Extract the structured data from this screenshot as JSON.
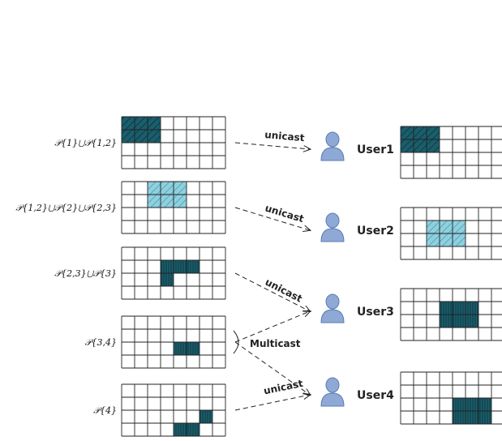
{
  "left_grids": [
    {
      "set_label": "𝒫{1}⋃𝒫{1,2}",
      "rows": 4,
      "cols": 8,
      "highlight": {
        "row": 0,
        "col": 0,
        "rows": 2,
        "cols": 3
      },
      "fill": "dark"
    },
    {
      "set_label": "𝒫{1,2}⋃𝒫{2}⋃𝒫{2,3}",
      "rows": 4,
      "cols": 8,
      "highlight": {
        "row": 0,
        "col": 2,
        "rows": 2,
        "cols": 3
      },
      "fill": "light"
    },
    {
      "set_label": "𝒫{2,3}⋃𝒫{3}",
      "rows": 4,
      "cols": 8,
      "highlight": {
        "row": 1,
        "col": 3,
        "rows": 1,
        "cols": 3
      },
      "extra_highlight": {
        "row": 2,
        "col": 3,
        "rows": 1,
        "cols": 1
      },
      "fill": "dark-vertical"
    },
    {
      "set_label": "𝒫{3,4}",
      "rows": 4,
      "cols": 8,
      "highlight": {
        "row": 2,
        "col": 4,
        "rows": 1,
        "cols": 2
      },
      "fill": "dark-vertical"
    },
    {
      "set_label": "𝒫{4}",
      "rows": 4,
      "cols": 8,
      "highlight": {
        "row": 3,
        "col": 4,
        "rows": 1,
        "cols": 2
      },
      "extra_highlight": {
        "row": 2,
        "col": 6,
        "rows": 1,
        "cols": 1
      },
      "fill": "dark-vertical"
    }
  ],
  "links": [
    {
      "text": "unicast",
      "from": 0,
      "to": 0
    },
    {
      "text": "unicast",
      "from": 1,
      "to": 1
    },
    {
      "text": "unicast",
      "from": 2,
      "to": 2
    },
    {
      "text": "Multicast",
      "from": 3,
      "to": [
        2,
        3
      ]
    },
    {
      "text": "unicast",
      "from": 4,
      "to": 3
    }
  ],
  "users": [
    {
      "name": "User1",
      "rows": 4,
      "cols": 8,
      "highlight": {
        "row": 0,
        "col": 0,
        "rows": 2,
        "cols": 3
      },
      "fill": "dark"
    },
    {
      "name": "User2",
      "rows": 4,
      "cols": 8,
      "highlight": {
        "row": 1,
        "col": 2,
        "rows": 2,
        "cols": 3
      },
      "fill": "light"
    },
    {
      "name": "User3",
      "rows": 4,
      "cols": 8,
      "highlight": {
        "row": 1,
        "col": 3,
        "rows": 2,
        "cols": 3
      },
      "fill": "dark-vertical"
    },
    {
      "name": "User4",
      "rows": 4,
      "cols": 8,
      "highlight": {
        "row": 2,
        "col": 4,
        "rows": 2,
        "cols": 3
      },
      "fill": "dark-vertical"
    }
  ],
  "colors": {
    "dark": "#1b5e6b",
    "dark_hatch": "#0c3b45",
    "light": "#8fd0df",
    "light_hatch": "#3d8ea1",
    "user_icon": "#8ea9d6",
    "user_icon_stroke": "#5d7bb0",
    "grid_line": "#222222"
  }
}
